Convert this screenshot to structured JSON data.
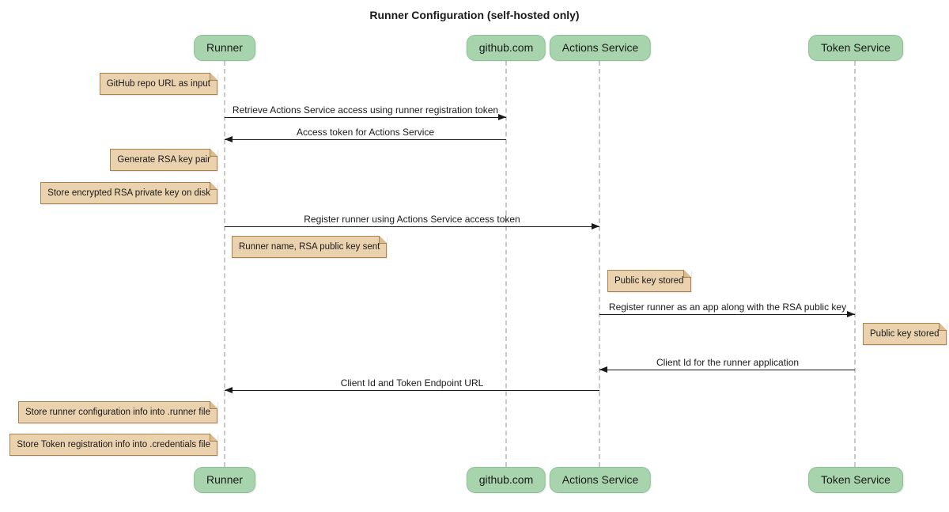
{
  "title": "Runner Configuration (self-hosted only)",
  "diagram_type": "sequence",
  "colors": {
    "participant-fill": "#A7D4AC",
    "participant-border": "#8FBF98",
    "note-fill": "#EBD2AE",
    "note-border": "#A9824E",
    "note-fold": "#D9BC92",
    "lifeline": "#C9C9C9",
    "arrow": "#1A1A1A",
    "text": "#1A1A1A",
    "background": "#FFFFFF"
  },
  "participants": [
    {
      "name": "Runner"
    },
    {
      "name": "github.com"
    },
    {
      "name": "Actions Service"
    },
    {
      "name": "Token Service"
    }
  ],
  "messages": [
    {
      "from": "Runner",
      "to": "github.com",
      "direction": "right",
      "label": "Retrieve Actions Service access using runner registration token"
    },
    {
      "from": "github.com",
      "to": "Runner",
      "direction": "left",
      "label": "Access token for Actions Service"
    },
    {
      "from": "Runner",
      "to": "Actions Service",
      "direction": "right",
      "label": "Register runner using Actions Service access token"
    },
    {
      "from": "Actions Service",
      "to": "Token Service",
      "direction": "right",
      "label": "Register runner as an app along with the RSA public key"
    },
    {
      "from": "Token Service",
      "to": "Actions Service",
      "direction": "left",
      "label": "Client Id for the runner application"
    },
    {
      "from": "Actions Service",
      "to": "Runner",
      "direction": "left",
      "label": "Client Id and Token Endpoint URL"
    }
  ],
  "notes": [
    {
      "attached_to": "Runner",
      "side": "left",
      "text": "GitHub repo URL as input"
    },
    {
      "attached_to": "Runner",
      "side": "left",
      "text": "Generate RSA key pair"
    },
    {
      "attached_to": "Runner",
      "side": "left",
      "text": "Store encrypted RSA private key on disk"
    },
    {
      "attached_to": "Runner",
      "side": "right",
      "text": "Runner name, RSA public key sent"
    },
    {
      "attached_to": "Actions Service",
      "side": "right",
      "text": "Public key stored"
    },
    {
      "attached_to": "Token Service",
      "side": "right",
      "text": "Public key stored"
    },
    {
      "attached_to": "Runner",
      "side": "left",
      "text": "Store runner configuration info into .runner file"
    },
    {
      "attached_to": "Runner",
      "side": "left",
      "text": "Store Token registration info into .credentials file"
    }
  ]
}
